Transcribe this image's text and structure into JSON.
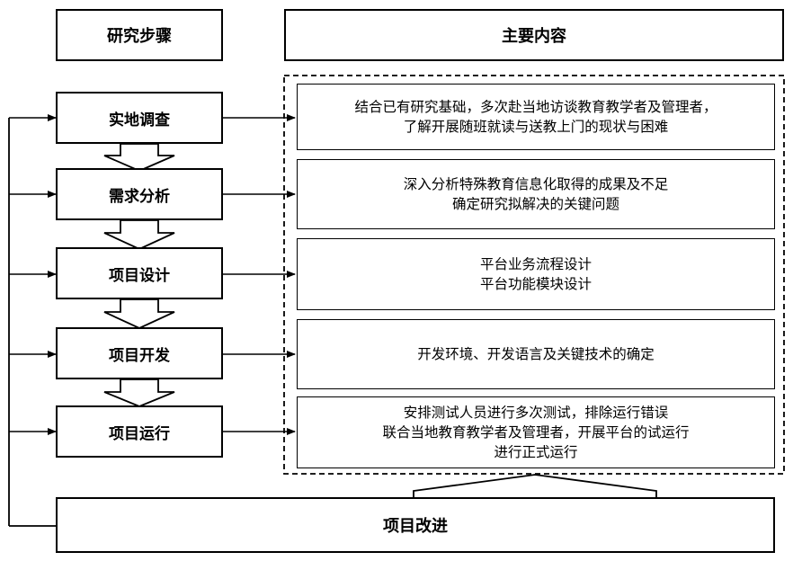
{
  "headers": {
    "steps": "研究步骤",
    "content": "主要内容"
  },
  "steps": [
    {
      "label": "实地调查",
      "lines": [
        "结合已有研究基础，多次赴当地访谈教育教学者及管理者，",
        "了解开展随班就读与送教上门的现状与困难"
      ]
    },
    {
      "label": "需求分析",
      "lines": [
        "深入分析特殊教育信息化取得的成果及不足",
        "确定研究拟解决的关键问题"
      ]
    },
    {
      "label": "项目设计",
      "lines": [
        "平台业务流程设计",
        "平台功能模块设计"
      ]
    },
    {
      "label": "项目开发",
      "lines": [
        "开发环境、开发语言及关键技术的确定"
      ]
    },
    {
      "label": "项目运行",
      "lines": [
        "安排测试人员进行多次测试，排除运行错误",
        "联合当地教育教学者及管理者，开展平台的试运行",
        "进行正式运行"
      ]
    }
  ],
  "improve": "项目改进"
}
